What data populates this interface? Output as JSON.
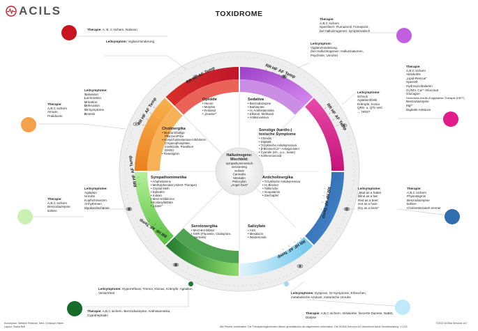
{
  "header": {
    "logo_text": "ACILS",
    "title": "TOXIDROME"
  },
  "colors": {
    "red": "#d42a2a",
    "orange": "#f39a36",
    "purple": "#b65cd6",
    "magenta": "#e0298f",
    "blue": "#2f6fb0",
    "green": "#2e8c3b",
    "lightblue": "#8fd3f2",
    "lightgreen": "#b7ef9a"
  },
  "vitals_labels": [
    "RR",
    "HF",
    "AF",
    "Temp"
  ],
  "segments": {
    "opioide": {
      "title": "Opioide",
      "items": [
        "Heroin",
        "Morphin",
        "Fentanyl",
        "„Downer“"
      ]
    },
    "sedativa": {
      "title": "Sedativa",
      "items": [
        "Benzodiazepine",
        "Barbiturate",
        "H₁-Antihistaminika",
        "Ethanol, Methanol",
        "Antikonvulsiva"
      ]
    },
    "cholinergika": {
      "title": "Cholinergika",
      "items": [
        "Muscarinhaltige Pflanzen/Pilze",
        "Acetylcholinesterase-Inhibitoren (Organophosphate, Insektizide, Parathion (E605)",
        "Rivastigmin"
      ]
    },
    "sonstige": {
      "title": "Sonstige (kardio-) toxische Symptome",
      "items": [
        "Chinidin",
        "Digitalis",
        "Trizyklische Antidepressiva",
        "β-Blocker/Ca²⁺-Antagonisten",
        "Cyanide (inh., p.o., kutan)",
        "Kohlenmonoxid"
      ]
    },
    "sympathomimetika": {
      "title": "Sympathomimetika",
      "items": [
        "Amphetamine",
        "Methylphenidat (ADHS-Therapie)",
        "Crystal Meth",
        "Ephedrin",
        "Kokain",
        "MAO-Inhibitoren",
        "Ecstasy/MDMA",
        "„Upper“"
      ]
    },
    "anticholinergika": {
      "title": "Anticholinergika",
      "items": [
        "Trizyklische Antidepressiva",
        "H₁-Blocker",
        "Tollkirsche",
        "Scopolamin",
        "Stechapfel"
      ]
    },
    "serotonergika": {
      "title": "Serotonergika",
      "items": [
        "MAO-B-Inhibitor",
        "SSRI (Fluoxetin, Citalopram, Sertralin)"
      ]
    },
    "salizylate": {
      "title": "Salizylate",
      "items": [
        "ASS",
        "Mesalazin",
        "Weidenrinde"
      ]
    }
  },
  "center": {
    "title": "Halluzinogene: Mischbild:",
    "lines": [
      "sympathomimetisch",
      "serotonierg",
      "sedativ",
      "Cannabis",
      "Meskalin",
      "Psilocybin",
      "„Angel Dust“"
    ]
  },
  "callouts": {
    "red_therapy": {
      "label": "Therapie:",
      "text": "A, B, C sichern. Naloxon"
    },
    "red_leit": {
      "label": "Leitsymptom:",
      "text": "Vigilanzminderung"
    },
    "purple_therapy": {
      "label": "Therapie:",
      "lines": [
        "A,B,C sichern",
        "Spezifisch: Flumazenil, Fomepizol,",
        "bei Halluzinogenen: symptomatisch"
      ]
    },
    "purple_leit": {
      "label": "Leitsymptom:",
      "lines": [
        "Vigilanzminderung,",
        "(bei Halluzinogenen: Halluzinationen,",
        "Psychose, Unruhe)"
      ]
    },
    "orange_leit": {
      "label": "Leitsymptome:",
      "items": [
        {
          "letter": "S",
          "rest": "alivation"
        },
        {
          "letter": "L",
          "rest": "acrimation"
        },
        {
          "letter": "U",
          "rest": "rination"
        },
        {
          "letter": "D",
          "rest": "efecation"
        },
        {
          "letter": "GI",
          "rest": " Symptoms"
        },
        {
          "letter": "E",
          "rest": "mesis"
        }
      ]
    },
    "orange_therapy": {
      "label": "Therapie:",
      "lines": [
        "A,B,C sichern",
        "Atropin",
        "Pralidoxim"
      ]
    },
    "magenta_leit": {
      "label": "Leitsymptome:",
      "lines": [
        "Schock",
        "Agitation/Delir",
        "Krämpfe, Koma",
        "QRS- u. QTc-Verl.",
        "→ HRST"
      ]
    },
    "magenta_therapy": {
      "label": "Therapie:",
      "lines": [
        "A,B,C sichern",
        "Aktivkohle",
        "„Lipid-Rescue“",
        "Speziell:",
        "Hydroxycobalamin",
        "O₂/NIV, Ca²⁺-Gluconat",
        "Glucagon",
        "Hochdosis-Insulin-Euglykämie-Therapie (HIET)",
        "Benzodiazepine",
        "Mg²⁺",
        "Digitalis-Antitoxin"
      ]
    },
    "lightgreen_leit": {
      "label": "Leitsymptome:",
      "lines": [
        "Agitation",
        "Unruhe",
        "Kopfschmerzen",
        "Arrhythmien",
        "Myokardischämie"
      ]
    },
    "lightgreen_therapy": {
      "label": "Therapie:",
      "lines": [
        "A,B,C sichern",
        "Benzodiazepine",
        "kühlen"
      ]
    },
    "blue_leit": {
      "label": "Leitsymptome:",
      "lines": [
        "„Mad as a hatter",
        "Blind as a bat",
        "Red as a beet",
        "Hot as a hare",
        "Dry as a bone“"
      ]
    },
    "blue_therapy": {
      "label": "Therapie:",
      "lines": [
        "A,B,C sichern",
        "Physostigmin",
        "Benzodiazepine",
        "kühlen",
        "Cholinesteraseh emmer"
      ]
    },
    "green_leit": {
      "label": "Leitsymptome:",
      "text": "Hyperreflexie, Tremor, Klonus, Krämpfe, Agitation, Verwirrtheit"
    },
    "green_therapy": {
      "label": "Therapie:",
      "text": "A,B,C sichern. Benzodiazepine, Antihistaminika, Cyproheptadin"
    },
    "lightblue_leit": {
      "label": "Leitsymptome:",
      "text": "Dyspnoe, GI-Symptome, Erbrechen, metabolische Azidose, motorische Unruhe"
    },
    "lightblue_therapy": {
      "label": "Therapie:",
      "text": "A,B,C sichern. Aktivkohle, forcierte Diurese, NaBiC, Dialyse"
    }
  },
  "footer": {
    "credits_1": "Konzeption: Stefanie Reinicke, Med. Christoph Häser",
    "credits_2": "Layout: Gisela Brill",
    "copyright": "©2022 DGINA Services UG",
    "version": "Alle Rechte vorbehalten. Die Therapiemöglichkeiten dienen grundsätzlich der allgemeinen Information. Die DGINA Services UG übernimmt keine Gewährleistung. V 1/22"
  }
}
